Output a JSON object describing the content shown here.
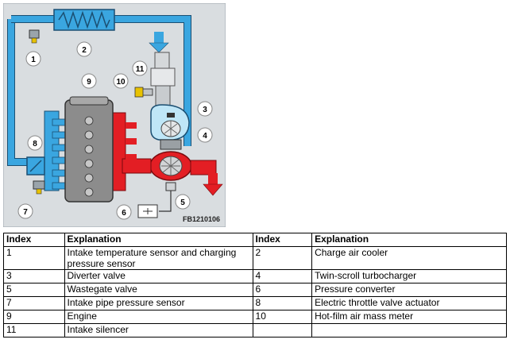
{
  "figure": {
    "id_code": "FB1210106",
    "callouts": [
      "1",
      "2",
      "3",
      "4",
      "5",
      "6",
      "7",
      "8",
      "9",
      "10",
      "11"
    ]
  },
  "legend": {
    "headers": [
      "Index",
      "Explanation",
      "Index",
      "Explanation"
    ],
    "rows": [
      [
        "1",
        "Intake temperature sensor and charging pressure sensor",
        "2",
        "Charge air cooler"
      ],
      [
        "3",
        "Diverter valve",
        "4",
        "Twin-scroll turbocharger"
      ],
      [
        "5",
        "Wastegate valve",
        "6",
        "Pressure converter"
      ],
      [
        "7",
        "Intake pipe pressure sensor",
        "8",
        "Electric throttle valve actuator"
      ],
      [
        "9",
        "Engine",
        "10",
        "Hot-film air mass meter"
      ],
      [
        "11",
        "Intake silencer",
        "",
        ""
      ]
    ]
  },
  "colors": {
    "intake_blue": "#3aa6e0",
    "exhaust_red": "#e31e24",
    "background_grey": "#d9dde0",
    "engine_grey": "#8c8c8c"
  }
}
